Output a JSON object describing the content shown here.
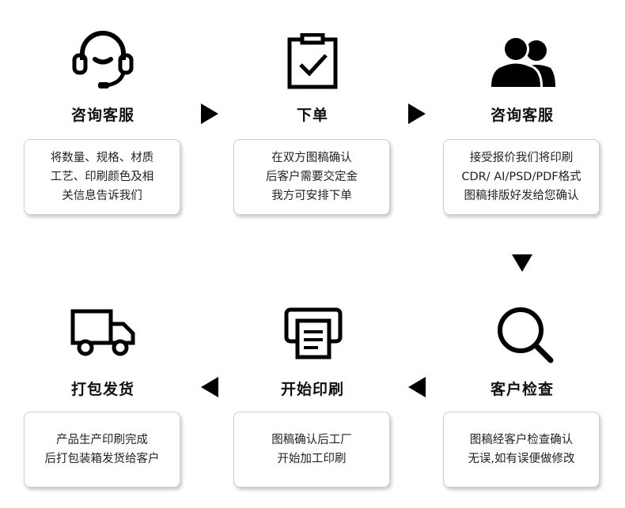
{
  "steps": [
    {
      "title": "咨询客服",
      "lines": [
        "将数量、规格、材质",
        "工艺、印刷颜色及相",
        "关信息告诉我们"
      ],
      "icon": "headset-icon"
    },
    {
      "title": "下单",
      "lines": [
        "在双方图稿确认",
        "后客户需要交定金",
        "我方可安排下单"
      ],
      "icon": "clipboard-check-icon"
    },
    {
      "title": "咨询客服",
      "lines": [
        "接受报价我们将印刷",
        "CDR/ AI/PSD/PDF格式",
        "图稿排版好发给您确认"
      ],
      "icon": "users-icon"
    },
    {
      "title": "客户检查",
      "lines": [
        "图稿经客户检查确认",
        "无误,如有误便做修改"
      ],
      "icon": "magnifier-icon"
    },
    {
      "title": "开始印刷",
      "lines": [
        "图稿确认后工厂",
        "开始加工印刷"
      ],
      "icon": "printer-icon"
    },
    {
      "title": "打包发货",
      "lines": [
        "产品生产印刷完成",
        "后打包装箱发货给客户"
      ],
      "icon": "truck-icon"
    }
  ],
  "arrows": [
    "arrow-right",
    "arrow-right",
    "arrow-down",
    "arrow-left",
    "arrow-left"
  ]
}
